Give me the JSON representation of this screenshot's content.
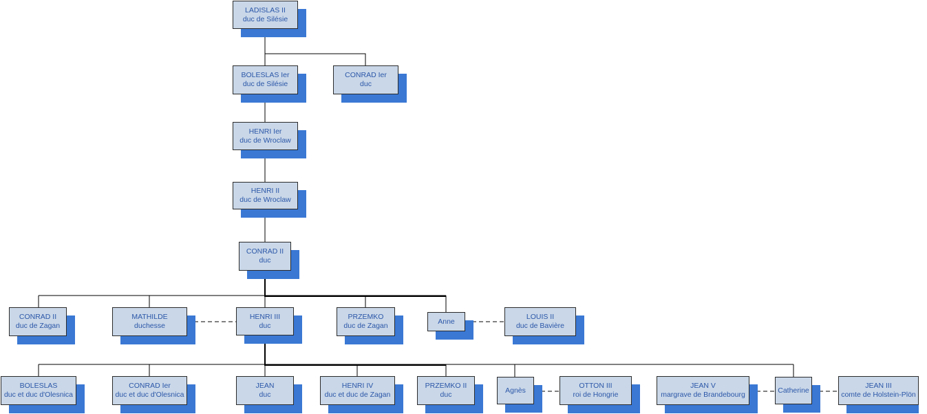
{
  "people": {
    "ladislas2": {
      "name": "LADISLAS II",
      "title": "duc de Silésie"
    },
    "boleslas1": {
      "name": "BOLESLAS Ier",
      "title": "duc de Silésie"
    },
    "conrad1": {
      "name": "CONRAD Ier",
      "title": "duc"
    },
    "henri1": {
      "name": "HENRI Ier",
      "title": "duc de Wroclaw"
    },
    "henri2": {
      "name": "HENRI II",
      "title": "duc de Wroclaw"
    },
    "conrad2": {
      "name": "CONRAD II",
      "title": "duc"
    },
    "conrad2zagan": {
      "name": "CONRAD II",
      "title": "duc de Zagan"
    },
    "mathilde": {
      "name": "MATHILDE",
      "title": "duchesse"
    },
    "henri3": {
      "name": "HENRI III",
      "title": "duc"
    },
    "przemko": {
      "name": "PRZEMKO",
      "title": "duc de Zagan"
    },
    "anne": {
      "name": "Anne",
      "title": ""
    },
    "louis2": {
      "name": "LOUIS II",
      "title": "duc de Bavière"
    },
    "boleslas": {
      "name": "BOLESLAS",
      "title": "duc et duc d'Olesnica"
    },
    "conrad1b": {
      "name": "CONRAD Ier",
      "title": "duc et duc d'Olesnica"
    },
    "jean": {
      "name": "JEAN",
      "title": "duc"
    },
    "henri4": {
      "name": "HENRI IV",
      "title": "duc et duc de Zagan"
    },
    "przemko2": {
      "name": "PRZEMKO II",
      "title": "duc"
    },
    "agnes": {
      "name": "Agnès",
      "title": ""
    },
    "otton3": {
      "name": "OTTON III",
      "title": "roi de Hongrie"
    },
    "jean5": {
      "name": "JEAN V",
      "title": "margrave de Brandebourg"
    },
    "catherine": {
      "name": "Catherine",
      "title": ""
    },
    "jean3": {
      "name": "JEAN III",
      "title": "comte de Holstein-Plön"
    }
  },
  "colors": {
    "box_fill": "#c9d7e8",
    "box_border": "#2a2a2a",
    "shadow": "#3a78d4",
    "text": "#2c57a8",
    "line": "#000000"
  }
}
